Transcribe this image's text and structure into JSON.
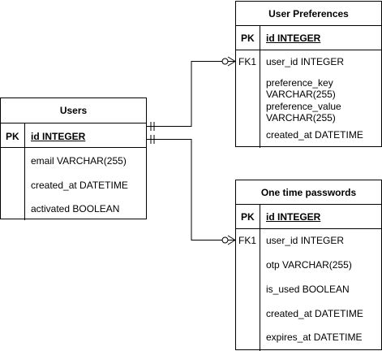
{
  "tables": {
    "users": {
      "title": "Users",
      "pk_label": "PK",
      "pk_field": "id INTEGER",
      "fields": [
        "email VARCHAR(255)",
        "created_at DATETIME",
        "activated BOOLEAN"
      ]
    },
    "user_preferences": {
      "title": "User Preferences",
      "pk_label": "PK",
      "pk_field": "id INTEGER",
      "fk_label": "FK1",
      "fields": [
        "user_id INTEGER",
        "preference_key",
        "VARCHAR(255)",
        "preference_value",
        "VARCHAR(255)",
        "created_at DATETIME"
      ]
    },
    "one_time_passwords": {
      "title": "One time passwords",
      "pk_label": "PK",
      "pk_field": "id INTEGER",
      "fk_label": "FK1",
      "fields": [
        "user_id INTEGER",
        "otp VARCHAR(255)",
        "is_used BOOLEAN",
        "created_at DATETIME",
        "expires_at DATETIME"
      ]
    }
  },
  "relationships": [
    {
      "from": "users",
      "to": "user_preferences",
      "from_end": "one-only",
      "to_end": "zero-or-many"
    },
    {
      "from": "users",
      "to": "one_time_passwords",
      "from_end": "one-only",
      "to_end": "zero-or-many"
    }
  ]
}
